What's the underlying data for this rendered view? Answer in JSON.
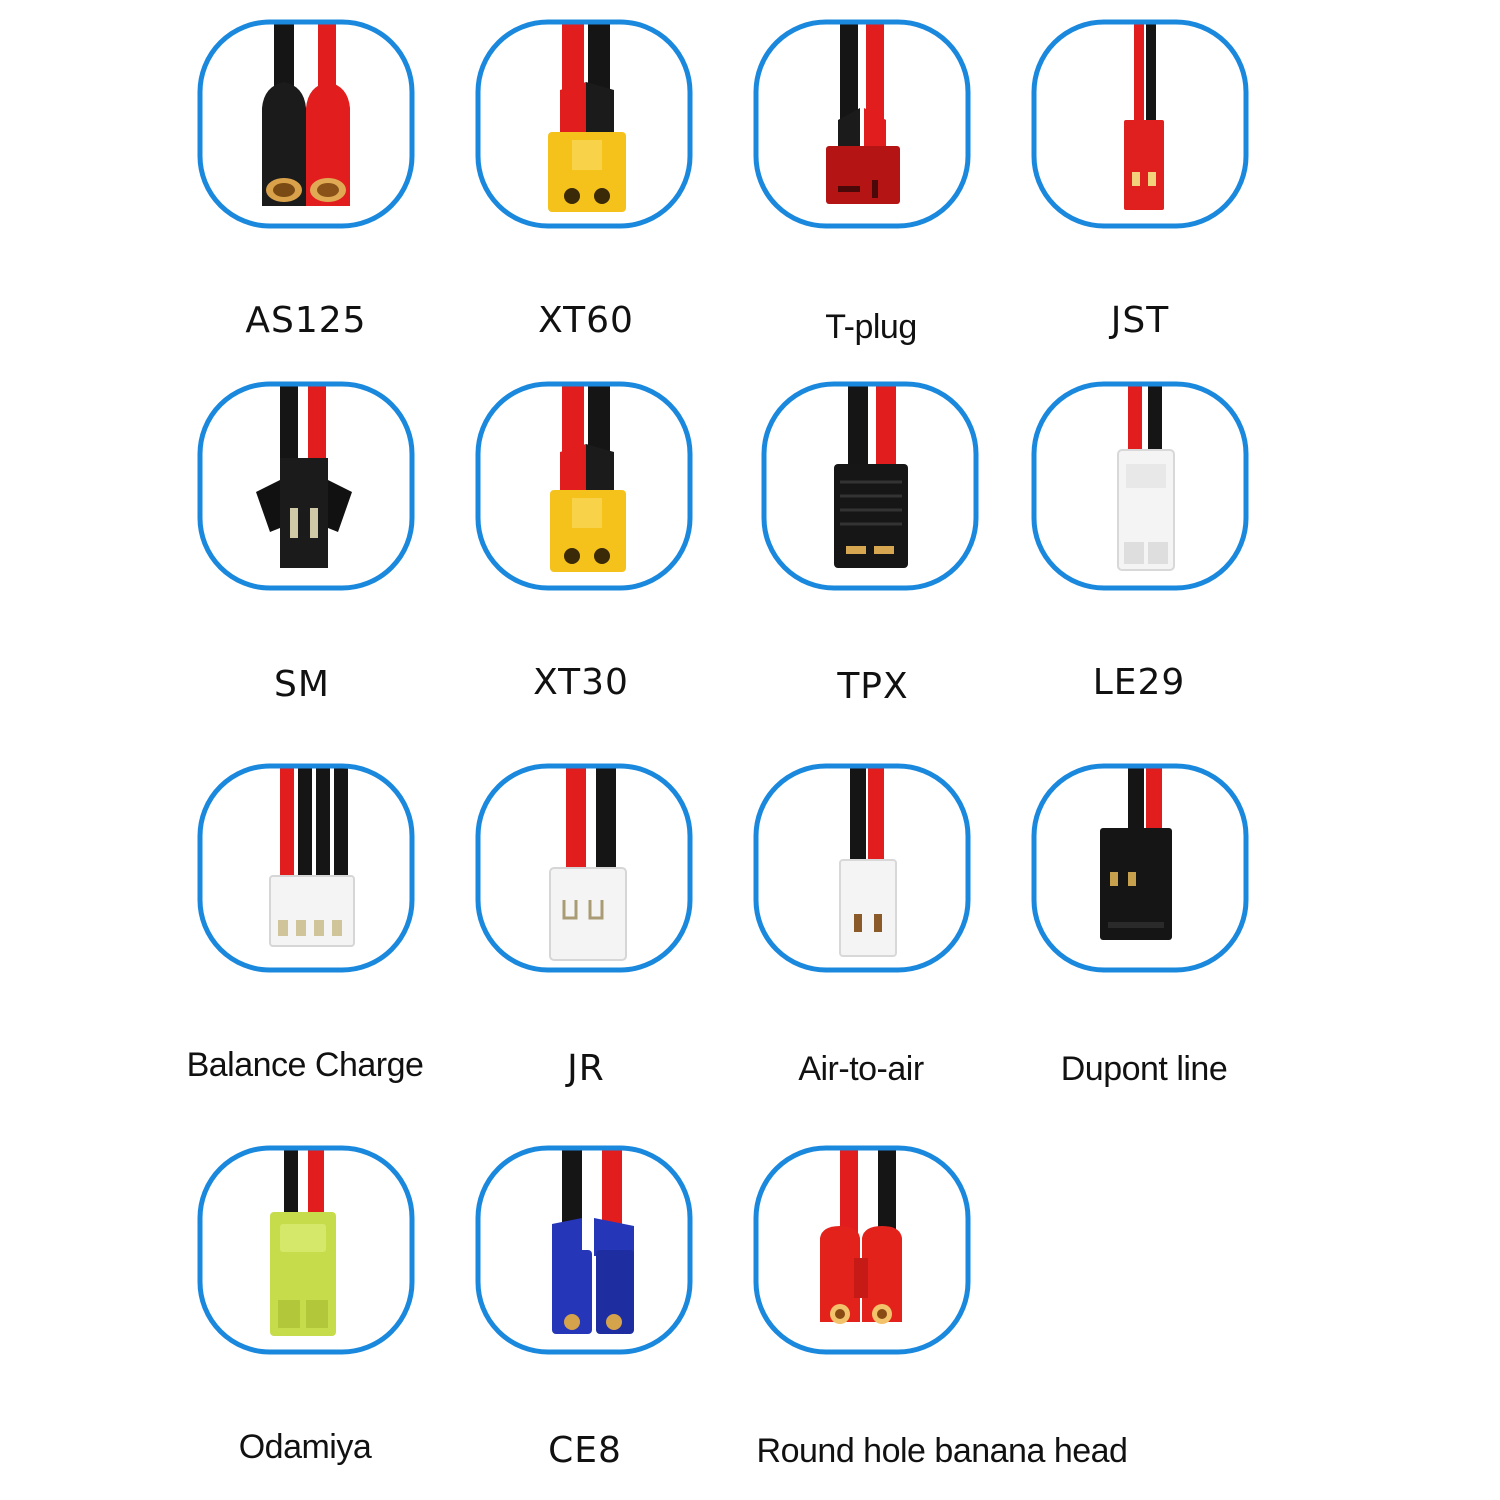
{
  "colors": {
    "ring": "#1a88dd",
    "wire_red": "#e11d1d",
    "wire_black": "#151515",
    "xt_yellow": "#f5c21b",
    "jst_red": "#e0201e",
    "tplug_red": "#b51414",
    "white_housing": "#f4f4f4",
    "odamiya_green": "#c6dc4a",
    "ce8_blue": "#2536b8",
    "banana_red": "#e3221c"
  },
  "connectors": [
    {
      "label": "AS125",
      "icon": "as125-connector-icon"
    },
    {
      "label": "XT60",
      "icon": "xt60-connector-icon"
    },
    {
      "label": "T-plug",
      "icon": "t-plug-connector-icon"
    },
    {
      "label": "JST",
      "icon": "jst-connector-icon"
    },
    {
      "label": "SM",
      "icon": "sm-connector-icon"
    },
    {
      "label": "XT30",
      "icon": "xt30-connector-icon"
    },
    {
      "label": "TPX",
      "icon": "tpx-connector-icon"
    },
    {
      "label": "LE29",
      "icon": "le29-connector-icon"
    },
    {
      "label": "Balance Charge",
      "icon": "balance-charge-connector-icon"
    },
    {
      "label": "JR",
      "icon": "jr-connector-icon"
    },
    {
      "label": "Air-to-air",
      "icon": "air-to-air-connector-icon"
    },
    {
      "label": "Dupont line",
      "icon": "dupont-line-connector-icon"
    },
    {
      "label": "Odamiya",
      "icon": "odamiya-connector-icon"
    },
    {
      "label": "CE8",
      "icon": "ce8-connector-icon"
    },
    {
      "label": "Round hole banana head",
      "icon": "banana-head-connector-icon"
    }
  ]
}
